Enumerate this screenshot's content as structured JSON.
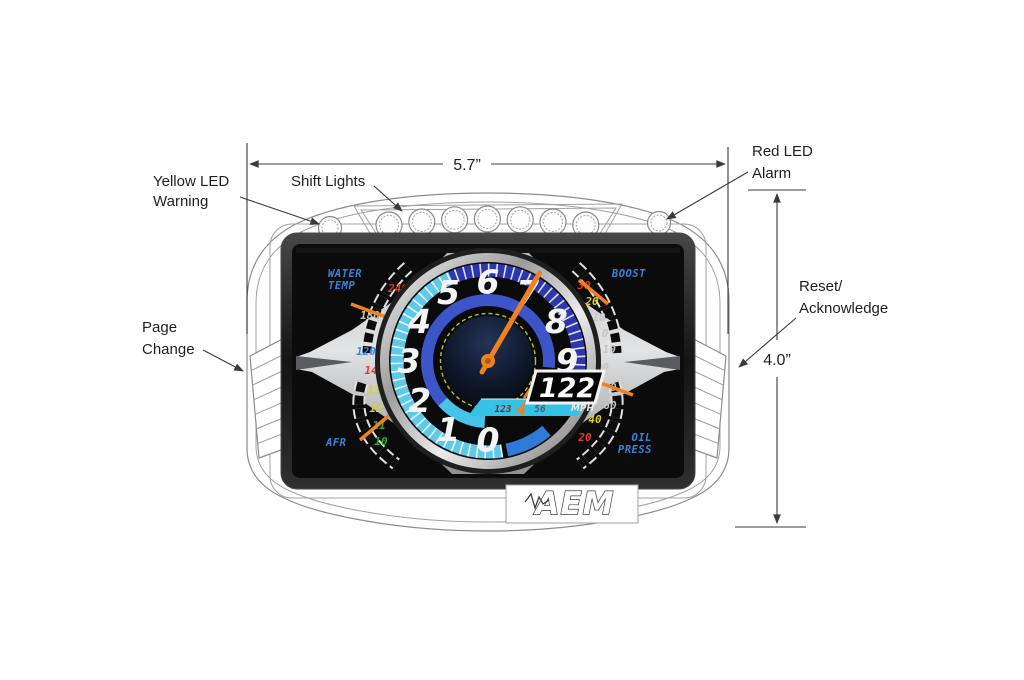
{
  "figure": {
    "dimension_width": "5.7”",
    "dimension_height": "4.0”",
    "callouts": {
      "yellow_led_1": "Yellow LED",
      "yellow_led_2": "Warning",
      "shift_lights": "Shift Lights",
      "red_led_1": "Red LED",
      "red_led_2": "Alarm",
      "page_change_1": "Page",
      "page_change_2": "Change",
      "reset_1": "Reset/",
      "reset_2": "Acknowledge"
    }
  },
  "device": {
    "brand": "AEM",
    "shift_lights": {
      "count": 7
    },
    "screen": {
      "tach": {
        "numbers": [
          "0",
          "1",
          "2",
          "3",
          "4",
          "5",
          "6",
          "7",
          "8",
          "9"
        ],
        "needle_value": 7
      },
      "speed": {
        "value": "122",
        "unit": "MPH"
      },
      "bottom_display": {
        "left_digits": "123",
        "gear": "4",
        "right_digits": "56"
      },
      "gauges": {
        "water_temp": {
          "name_line1": "WATER",
          "name_line2": "TEMP",
          "needle_value": 185,
          "ticks": [
            {
              "label": "240",
              "color": "#e23b2e"
            },
            {
              "label": "180",
              "color": "#c4c4c4"
            },
            {
              "label": "120",
              "color": "#3f86e0"
            }
          ]
        },
        "afr": {
          "name_line1": "AFR",
          "needle_value": 11,
          "ticks": [
            {
              "label": "14",
              "color": "#e23b2e"
            },
            {
              "label": "13",
              "color": "#d9d21f"
            },
            {
              "label": "12",
              "color": "#d9d21f"
            },
            {
              "label": "11",
              "color": "#2fae3a"
            },
            {
              "label": "10",
              "color": "#2fae3a"
            }
          ]
        },
        "boost": {
          "name_line1": "BOOST",
          "needle_value": 27,
          "ticks": [
            {
              "label": "30",
              "color": "#e23b2e"
            },
            {
              "label": "20",
              "color": "#d9d21f"
            },
            {
              "label": "10",
              "color": "#c4c4c4"
            },
            {
              "label": "0",
              "color": "#c4c4c4"
            },
            {
              "label": "-10",
              "color": "#c4c4c4"
            }
          ]
        },
        "oil_press": {
          "name_line1": "OIL",
          "name_line2": "PRESS",
          "needle_value": 80,
          "ticks": [
            {
              "label": "100",
              "color": "#c4c4c4"
            },
            {
              "label": "80",
              "color": "#c4c4c4"
            },
            {
              "label": "60",
              "color": "#c4c4c4"
            },
            {
              "label": "40",
              "color": "#d9d21f"
            },
            {
              "label": "20",
              "color": "#e23b2e"
            }
          ]
        }
      }
    }
  },
  "colors": {
    "needle_orange": "#f08020",
    "label_blue": "#3b82d8",
    "ring_cyan": "#5ec9ea",
    "ring_navy": "#2c36ae",
    "band_blue": "#3c55c8",
    "strip_cyan": "#35c2e6"
  }
}
